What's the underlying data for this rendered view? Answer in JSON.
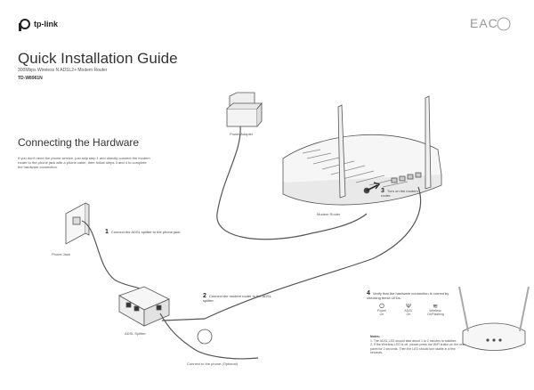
{
  "brand": {
    "name": "tp-link",
    "cert_mark": "EAC"
  },
  "header": {
    "title": "Quick Installation Guide",
    "subtitle": "300Mbps Wireless N ADSL2+ Modem Router",
    "model": "TD-W8961N"
  },
  "section": {
    "title": "Connecting the Hardware",
    "intro": "If you don't need the phone service, just skip step 1 and directly connect the modem router to the phone jack with a phone cable, then follow steps 3 and 4 to complete the hardware connection."
  },
  "labels": {
    "power_adapter": "Power Adapter",
    "modem_router": "Modem Router",
    "phone_jack": "Phone Jack",
    "adsl_splitter": "ADSL Splitter",
    "phone_optional": "Connect to the phone (Optional)"
  },
  "steps": [
    {
      "num": "1",
      "text": "Connect the ADSL splitter to the phone jack."
    },
    {
      "num": "2",
      "text": "Connect the modem router to the ADSL splitter."
    },
    {
      "num": "3",
      "text": "Turn on the modem router."
    },
    {
      "num": "4",
      "text": "Verify that the hardware connection is correct by checking these LEDs."
    }
  ],
  "leds": [
    {
      "icon": "power-icon",
      "symbol": "⏻",
      "label": "Power",
      "state": "On"
    },
    {
      "icon": "adsl-icon",
      "symbol": "Ψ",
      "label": "ADSL",
      "state": "On"
    },
    {
      "icon": "wireless-icon",
      "symbol": "≋",
      "label": "Wireless",
      "state": "On/Flashing"
    }
  ],
  "notes": {
    "heading": "Notes:",
    "items": [
      "1. The ADSL LED should take about 1 to 2 minutes to stabilize.",
      "2. If the Wireless LED is off, please press the WiFi button on the rear panel for 2 seconds. Then the LED should turn stable in a few seconds."
    ]
  }
}
